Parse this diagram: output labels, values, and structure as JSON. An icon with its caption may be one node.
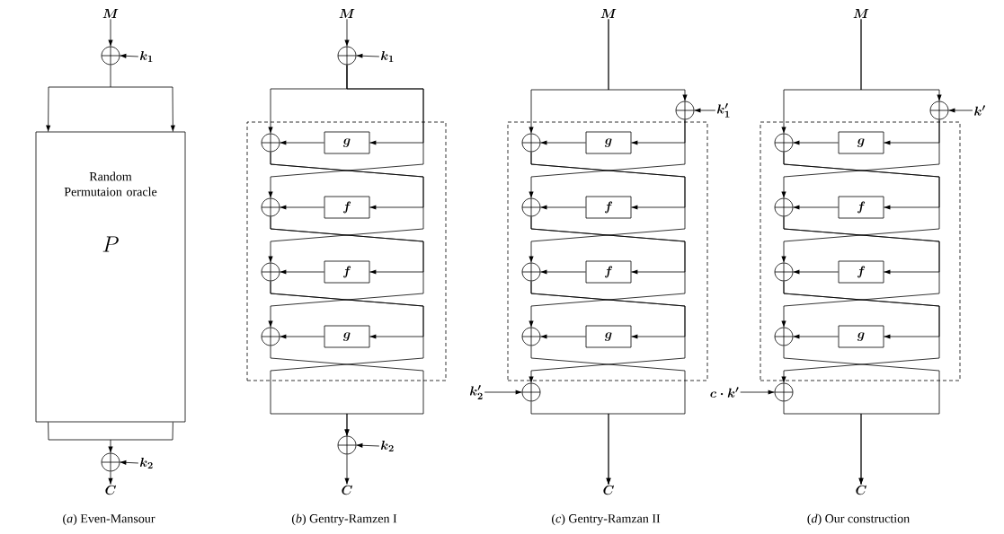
{
  "diagram": {
    "nodes": [
      {
        "text": [
          "M"
        ]
      },
      {
        "text": [],
        "shape": "circle"
      },
      {
        "text": [
          "k_1"
        ]
      },
      {
        "text": [
          "Random Permutaion oracle",
          "P"
        ]
      },
      {
        "text": [],
        "shape": "circle"
      },
      {
        "text": [
          "k_2"
        ]
      },
      {
        "text": [
          "C"
        ]
      },
      {
        "text": [
          "M"
        ]
      },
      {
        "text": [],
        "shape": "circle"
      },
      {
        "text": [
          "k_1"
        ]
      },
      {
        "text": [],
        "shape": "box"
      },
      {
        "text": [],
        "shape": "circle",
        "in": 10
      },
      {
        "text": [
          "g"
        ],
        "in": 10
      },
      {
        "text": [],
        "shape": "circle",
        "in": 10
      },
      {
        "text": [
          "f"
        ],
        "in": 10
      },
      {
        "text": [],
        "shape": "circle",
        "in": 10
      },
      {
        "text": [
          "f"
        ],
        "in": 10
      },
      {
        "text": [],
        "shape": "circle",
        "in": 10
      },
      {
        "text": [
          "g"
        ],
        "in": 10
      },
      {
        "text": [],
        "shape": "circle"
      },
      {
        "text": [
          "k_2"
        ]
      },
      {
        "text": [
          "C"
        ]
      },
      {
        "text": [
          "M"
        ]
      },
      {
        "text": [],
        "shape": "circle"
      },
      {
        "text": [
          "k'_1"
        ]
      },
      {
        "text": [],
        "shape": "box"
      },
      {
        "text": [],
        "shape": "circle",
        "in": 25
      },
      {
        "text": [
          "g"
        ],
        "in": 25
      },
      {
        "text": [],
        "shape": "circle",
        "in": 25
      },
      {
        "text": [
          "f"
        ],
        "in": 25
      },
      {
        "text": [],
        "shape": "circle",
        "in": 25
      },
      {
        "text": [
          "f"
        ],
        "in": 25
      },
      {
        "text": [],
        "shape": "circle",
        "in": 25
      },
      {
        "text": [
          "g"
        ],
        "in": 25
      },
      {
        "text": [
          "k'_2"
        ]
      },
      {
        "text": [],
        "shape": "circle"
      },
      {
        "text": [
          "C"
        ]
      },
      {
        "text": [
          "M"
        ]
      },
      {
        "text": [],
        "shape": "circle"
      },
      {
        "text": [
          "k'"
        ]
      },
      {
        "text": [],
        "shape": "box"
      },
      {
        "text": [],
        "shape": "circle",
        "in": 40
      },
      {
        "text": [
          "g"
        ],
        "in": 40
      },
      {
        "text": [],
        "shape": "circle",
        "in": 40
      },
      {
        "text": [
          "f"
        ],
        "in": 40
      },
      {
        "text": [],
        "shape": "circle",
        "in": 40
      },
      {
        "text": [
          "f"
        ],
        "in": 40
      },
      {
        "text": [],
        "shape": "circle",
        "in": 40
      },
      {
        "text": [
          "g"
        ],
        "in": 40
      },
      {
        "text": [
          "c \\cdot k'"
        ]
      },
      {
        "text": [],
        "shape": "circle"
      },
      {
        "text": [
          "C"
        ]
      }
    ],
    "edges": [
      {
        "from": 0,
        "to": 1,
        "arrow": "to"
      },
      {
        "from": 2,
        "to": 1,
        "arrow": "to"
      },
      {
        "from": 1,
        "to": 3,
        "arrow": "to"
      },
      {
        "from": 3,
        "to": 4,
        "arrow": "to"
      },
      {
        "from": 5,
        "to": 4,
        "arrow": "to"
      },
      {
        "from": 4,
        "to": 6,
        "arrow": "to"
      },
      {
        "from": 7,
        "to": 8,
        "arrow": "to"
      },
      {
        "from": 9,
        "to": 8,
        "arrow": "to"
      },
      {
        "from": 8,
        "to": 11,
        "arrow": "to"
      },
      {
        "from": 8,
        "to": 12,
        "arrow": "to"
      },
      {
        "from": 8,
        "to": 13,
        "arrow": "to"
      },
      {
        "from": 12,
        "to": 11,
        "arrow": "to"
      },
      {
        "from": 11,
        "to": 14,
        "arrow": "to"
      },
      {
        "from": 11,
        "to": 15,
        "arrow": "to"
      },
      {
        "from": 14,
        "to": 13,
        "arrow": "to"
      },
      {
        "from": 13,
        "to": 16,
        "arrow": "to"
      },
      {
        "from": 13,
        "to": 17,
        "arrow": "to"
      },
      {
        "from": 16,
        "to": 15,
        "arrow": "to"
      },
      {
        "from": 15,
        "to": 18,
        "arrow": "to"
      },
      {
        "from": 15,
        "to": 19,
        "arrow": "to"
      },
      {
        "from": 18,
        "to": 17,
        "arrow": "to"
      },
      {
        "from": 17,
        "to": 19,
        "arrow": "to"
      },
      {
        "from": 20,
        "to": 19,
        "arrow": "to"
      },
      {
        "from": 19,
        "to": 21,
        "arrow": "to"
      },
      {
        "from": 22,
        "to": 26,
        "arrow": "to"
      },
      {
        "from": 22,
        "to": 23,
        "arrow": "to"
      },
      {
        "from": 24,
        "to": 23,
        "arrow": "to"
      },
      {
        "from": 23,
        "to": 27,
        "arrow": "to"
      },
      {
        "from": 23,
        "to": 28,
        "arrow": "to"
      },
      {
        "from": 27,
        "to": 26,
        "arrow": "to"
      },
      {
        "from": 26,
        "to": 29,
        "arrow": "to"
      },
      {
        "from": 26,
        "to": 30,
        "arrow": "to"
      },
      {
        "from": 29,
        "to": 28,
        "arrow": "to"
      },
      {
        "from": 28,
        "to": 31,
        "arrow": "to"
      },
      {
        "from": 28,
        "to": 32,
        "arrow": "to"
      },
      {
        "from": 31,
        "to": 30,
        "arrow": "to"
      },
      {
        "from": 30,
        "to": 33,
        "arrow": "to"
      },
      {
        "from": 30,
        "to": 35,
        "arrow": "to"
      },
      {
        "from": 33,
        "to": 32,
        "arrow": "to"
      },
      {
        "from": 32,
        "to": 36,
        "arrow": "to"
      },
      {
        "from": 34,
        "to": 35,
        "arrow": "to"
      },
      {
        "from": 35,
        "to": 36,
        "arrow": "to"
      },
      {
        "from": 37,
        "to": 41,
        "arrow": "to"
      },
      {
        "from": 37,
        "to": 38,
        "arrow": "to"
      },
      {
        "from": 39,
        "to": 38,
        "arrow": "to"
      },
      {
        "from": 38,
        "to": 42,
        "arrow": "to"
      },
      {
        "from": 38,
        "to": 43,
        "arrow": "to"
      },
      {
        "from": 42,
        "to": 41,
        "arrow": "to"
      },
      {
        "from": 41,
        "to": 44,
        "arrow": "to"
      },
      {
        "from": 41,
        "to": 45,
        "arrow": "to"
      },
      {
        "from": 44,
        "to": 43,
        "arrow": "to"
      },
      {
        "from": 43,
        "to": 46,
        "arrow": "to"
      },
      {
        "from": 43,
        "to": 47,
        "arrow": "to"
      },
      {
        "from": 46,
        "to": 45,
        "arrow": "to"
      },
      {
        "from": 45,
        "to": 48,
        "arrow": "to"
      },
      {
        "from": 45,
        "to": 50,
        "arrow": "to"
      },
      {
        "from": 48,
        "to": 47,
        "arrow": "to"
      },
      {
        "from": 47,
        "to": 51,
        "arrow": "to"
      },
      {
        "from": 49,
        "to": 50,
        "arrow": "to"
      },
      {
        "from": 50,
        "to": 51,
        "arrow": "to"
      }
    ],
    "labels": [
      "(*a*) Even-Mansour",
      "(*b*) Gentry-Ramzen I",
      "(*c*) Gentry-Ramzan II",
      "(*d*) Our construction"
    ]
  }
}
